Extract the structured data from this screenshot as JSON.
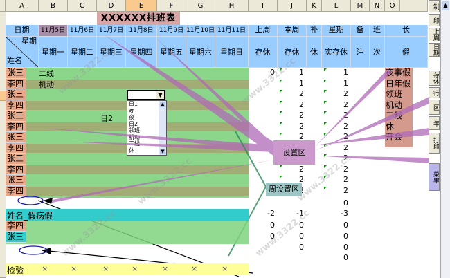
{
  "columns": [
    "A",
    "B",
    "C",
    "D",
    "E",
    "F",
    "G",
    "H",
    "I",
    "J",
    "K",
    "L",
    "M",
    "N",
    "O"
  ],
  "title": "XXXXXX排班表",
  "header": {
    "date_label": "日期",
    "week_label": "星期",
    "name_label": "姓名",
    "dates": [
      "11月5日",
      "11月6日",
      "11月7日",
      "11月8日",
      "11月9日",
      "11月10日",
      "11月11日"
    ],
    "weekdays": [
      "星期一",
      "星期二",
      "星期三",
      "星期四",
      "星期五",
      "星期六",
      "星期日"
    ],
    "last_week": "上周",
    "this_week": "本周",
    "supplement": "补",
    "week_hdr": "星期",
    "remark": "备",
    "shift": "班",
    "long": "长",
    "rest_stock": "存休",
    "rest_stock2": "存休",
    "rest": "休",
    "actual_rest": "实存休",
    "note": "注",
    "times": "次",
    "leave": "假"
  },
  "rows": [
    {
      "name": "张三",
      "b": "二线",
      "i": "0",
      "j": "1",
      "l": "1"
    },
    {
      "name": "李四",
      "b": "机动",
      "i": "",
      "j": "1",
      "l": "1"
    },
    {
      "name": "张三",
      "b": "",
      "i": "",
      "j": "2",
      "l": "2"
    },
    {
      "name": "李四",
      "b": "",
      "i": "",
      "j": "2",
      "l": "2"
    },
    {
      "name": "张三",
      "b": "",
      "i": "",
      "j": "2",
      "l": "2"
    },
    {
      "name": "李四",
      "b": "",
      "i": "",
      "j": "2",
      "l": "2"
    },
    {
      "name": "张三",
      "b": "",
      "i": "",
      "j": "2",
      "l": "2"
    },
    {
      "name": "李四",
      "b": "",
      "i": "",
      "j": "2",
      "l": "2"
    },
    {
      "name": "张三",
      "b": "",
      "i": "",
      "j": "2",
      "l": "2"
    },
    {
      "name": "李四",
      "b": "",
      "i": "",
      "j": "2",
      "l": "2"
    },
    {
      "name": "张三",
      "b": "",
      "i": "",
      "j": "2",
      "l": "2"
    },
    {
      "name": "李四",
      "b": "",
      "i": "",
      "j": "2",
      "l": "2"
    }
  ],
  "cell_d_note": "日2",
  "leave_list": [
    "夜事假",
    "日年假",
    "领班",
    "机动",
    "二线",
    "休",
    "开会"
  ],
  "dropdown": {
    "options": [
      "日1",
      "晚",
      "夜",
      "日2",
      "领班",
      "机动",
      "二线",
      "休"
    ]
  },
  "callouts": {
    "settings": "设置区",
    "weekly_settings": "周设置区"
  },
  "section2": {
    "header": "姓名_假病假",
    "rows": [
      {
        "name": "李四",
        "i": "0",
        "j": "0",
        "l": "0"
      },
      {
        "name": "张三",
        "i": "0",
        "j": "0",
        "l": "0"
      }
    ],
    "totals": {
      "i": "-2",
      "j": "-1",
      "l": "-3"
    }
  },
  "empty_zeros": [
    "0",
    "0",
    "0",
    "0"
  ],
  "check": {
    "label": "检验",
    "mark": "×"
  },
  "sidebar_buttons": [
    "制",
    "印",
    "上周",
    "日期",
    "存休",
    "行",
    "区",
    "年",
    "打印",
    "菜单"
  ],
  "watermarks": [
    "www.3322.cc",
    "www.3322.cc",
    "www.3322.cc",
    "www.3322.cc",
    "www.3322.cc",
    "www.3322.cc"
  ],
  "colors": {
    "header_blue": "#99ccff",
    "name_bg": "#e8a98a",
    "band_green": "#7fd27f",
    "callout_bg": "#cc99cc",
    "check_yellow": "#ffff99",
    "teal": "#33cccc"
  }
}
